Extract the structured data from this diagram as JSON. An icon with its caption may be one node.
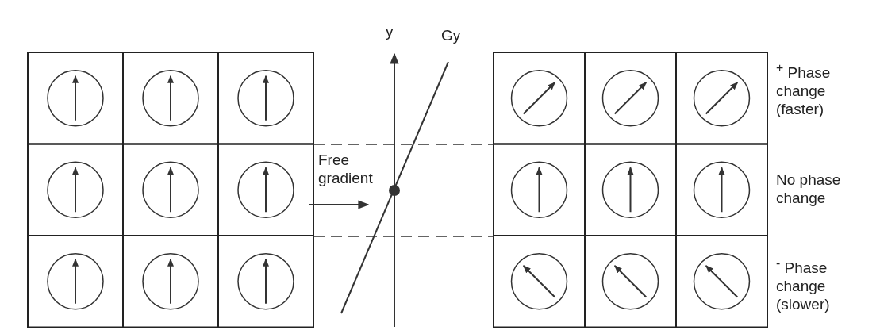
{
  "diagram": {
    "labels": [
      "y",
      "Gy",
      "$^{+}$ Phase change (faster)",
      "Free gradient",
      "No phase change",
      "$^{-}$ Phase change (slower)"
    ]
  }
}
